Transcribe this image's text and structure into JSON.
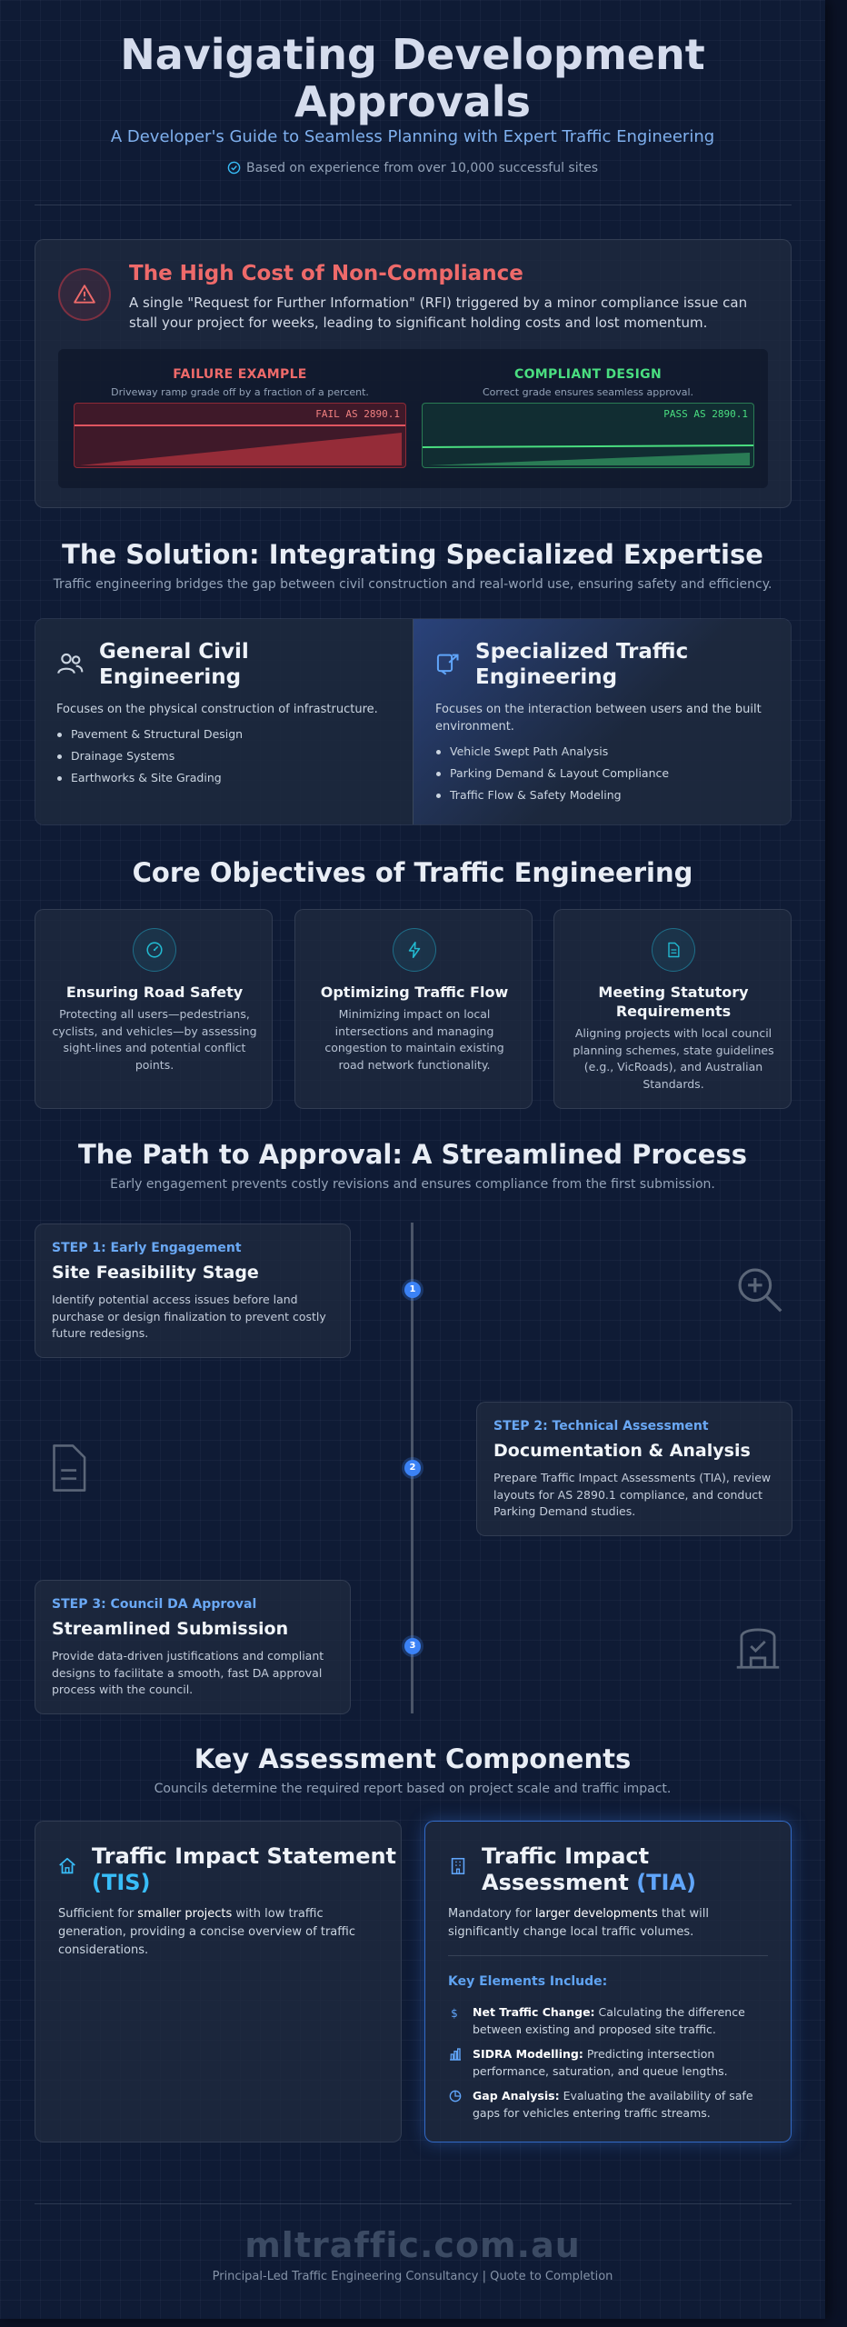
{
  "hero": {
    "title_line1": "Navigating Development",
    "title_line2": "Approvals",
    "subtitle": "A Developer's Guide to Seamless Planning with Expert Traffic Engineering",
    "note": "Based on experience from over 10,000 successful sites"
  },
  "compliance": {
    "title": "The High Cost of Non-Compliance",
    "text": "A single \"Request for Further Information\" (RFI) triggered by a minor compliance issue can stall your project for weeks, leading to significant holding costs and lost momentum.",
    "failure": {
      "heading": "FAILURE EXAMPLE",
      "caption": "Driveway ramp grade off by a fraction of a percent.",
      "badge": "FAIL AS 2890.1"
    },
    "compliant": {
      "heading": "COMPLIANT DESIGN",
      "caption": "Correct grade ensures seamless approval.",
      "badge": "PASS AS 2890.1"
    }
  },
  "solution": {
    "title": "The Solution: Integrating Specialized Expertise",
    "subtitle": "Traffic engineering bridges the gap between civil construction and real-world use, ensuring safety and efficiency.",
    "civil": {
      "title_line1": "General Civil",
      "title_line2": "Engineering",
      "desc": "Focuses on the physical construction of infrastructure.",
      "items": [
        "Pavement & Structural Design",
        "Drainage Systems",
        "Earthworks & Site Grading"
      ]
    },
    "traffic": {
      "title_line1": "Specialized Traffic",
      "title_line2": "Engineering",
      "desc": "Focuses on the interaction between users and the built environment.",
      "items": [
        "Vehicle Swept Path Analysis",
        "Parking Demand & Layout Compliance",
        "Traffic Flow & Safety Modeling"
      ]
    }
  },
  "objectives": {
    "title": "Core Objectives of Traffic Engineering",
    "items": [
      {
        "title": "Ensuring Road Safety",
        "text": "Protecting all users—pedestrians, cyclists, and vehicles—by assessing sight-lines and potential conflict points.",
        "icon": "speedometer-icon"
      },
      {
        "title": "Optimizing Traffic Flow",
        "text": "Minimizing impact on local intersections and managing congestion to maintain existing road network functionality.",
        "icon": "lightning-icon"
      },
      {
        "title_line1": "Meeting Statutory",
        "title_line2": "Requirements",
        "text": "Aligning projects with local council planning schemes, state guidelines (e.g., VicRoads), and Australian Standards.",
        "icon": "document-icon"
      }
    ]
  },
  "process": {
    "title": "The Path to Approval: A Streamlined Process",
    "subtitle": "Early engagement prevents costly revisions and ensures compliance from the first submission.",
    "steps": [
      {
        "kicker": "STEP 1: Early Engagement",
        "title": "Site Feasibility Stage",
        "text": "Identify potential access issues before land purchase or design finalization to prevent costly future redesigns.",
        "num": "1"
      },
      {
        "kicker": "STEP 2: Technical Assessment",
        "title": "Documentation & Analysis",
        "text": "Prepare Traffic Impact Assessments (TIA), review layouts for AS 2890.1 compliance, and conduct Parking Demand studies.",
        "num": "2"
      },
      {
        "kicker": "STEP 3: Council DA Approval",
        "title": "Streamlined Submission",
        "text": "Provide data-driven justifications and compliant designs to facilitate a smooth, fast DA approval process with the council.",
        "num": "3"
      }
    ]
  },
  "assessment": {
    "title": "Key Assessment Components",
    "subtitle": "Councils determine the required report based on project scale and traffic impact.",
    "tis": {
      "title_main": "Traffic Impact Statement",
      "title_accent": "(TIS)",
      "text_before": "Sufficient for ",
      "text_hl": "smaller projects",
      "text_after": " with low traffic generation, providing a concise overview of traffic considerations."
    },
    "tia": {
      "title_line1": "Traffic Impact",
      "title_main2": "Assessment ",
      "title_accent": "(TIA)",
      "text_before": "Mandatory for ",
      "text_hl": "larger developments",
      "text_after": " that will significantly change local traffic volumes.",
      "key_heading": "Key Elements Include:",
      "elements": [
        {
          "label": "Net Traffic Change:",
          "text": " Calculating the difference between existing and proposed site traffic.",
          "icon": "dollar-icon"
        },
        {
          "label": "SIDRA Modelling:",
          "text": " Predicting intersection performance, saturation, and queue lengths.",
          "icon": "bar-chart-icon"
        },
        {
          "label": "Gap Analysis:",
          "text": " Evaluating the availability of safe gaps for vehicles entering traffic streams.",
          "icon": "pie-chart-icon"
        }
      ]
    }
  },
  "footer": {
    "brand": "mltraffic.com.au",
    "tagline": "Principal-Led Traffic Engineering Consultancy | Quote to Completion"
  },
  "colors": {
    "background": "#0f1b35",
    "danger": "#ee6a6a",
    "success": "#4ade80",
    "accent_blue": "#6aa8f4",
    "accent_cyan": "#38bdf8"
  }
}
